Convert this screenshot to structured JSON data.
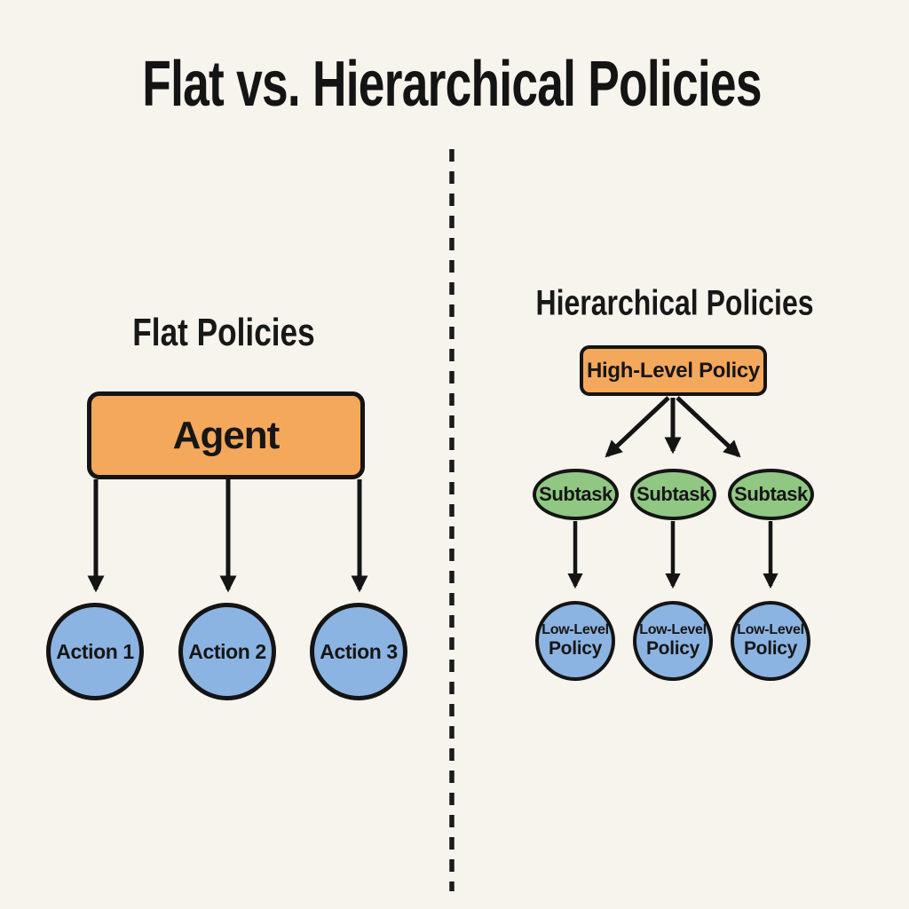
{
  "title": "Flat vs. Hierarchical Policies",
  "left_panel": {
    "heading": "Flat Policies",
    "root": {
      "label": "Agent"
    },
    "children": [
      {
        "label": "Action 1"
      },
      {
        "label": "Action 2"
      },
      {
        "label": "Action 3"
      }
    ]
  },
  "right_panel": {
    "heading": "Hierarchical Policies",
    "root": {
      "label": "High-Level Policy"
    },
    "mid": [
      {
        "label": "Subtask"
      },
      {
        "label": "Subtask"
      },
      {
        "label": "Subtask"
      }
    ],
    "leaves": [
      {
        "line1": "Low-Level",
        "line2": "Policy"
      },
      {
        "line1": "Low-Level",
        "line2": "Policy"
      },
      {
        "line1": "Low-Level",
        "line2": "Policy"
      }
    ]
  },
  "divider": {
    "style": "vertical-dashed"
  },
  "colors": {
    "background": "#f7f4ee",
    "policy_box_fill": "#f4a85b",
    "action_circle_fill": "#8cb4e2",
    "subtask_ellipse_fill": "#90c883",
    "outline": "#141414"
  }
}
